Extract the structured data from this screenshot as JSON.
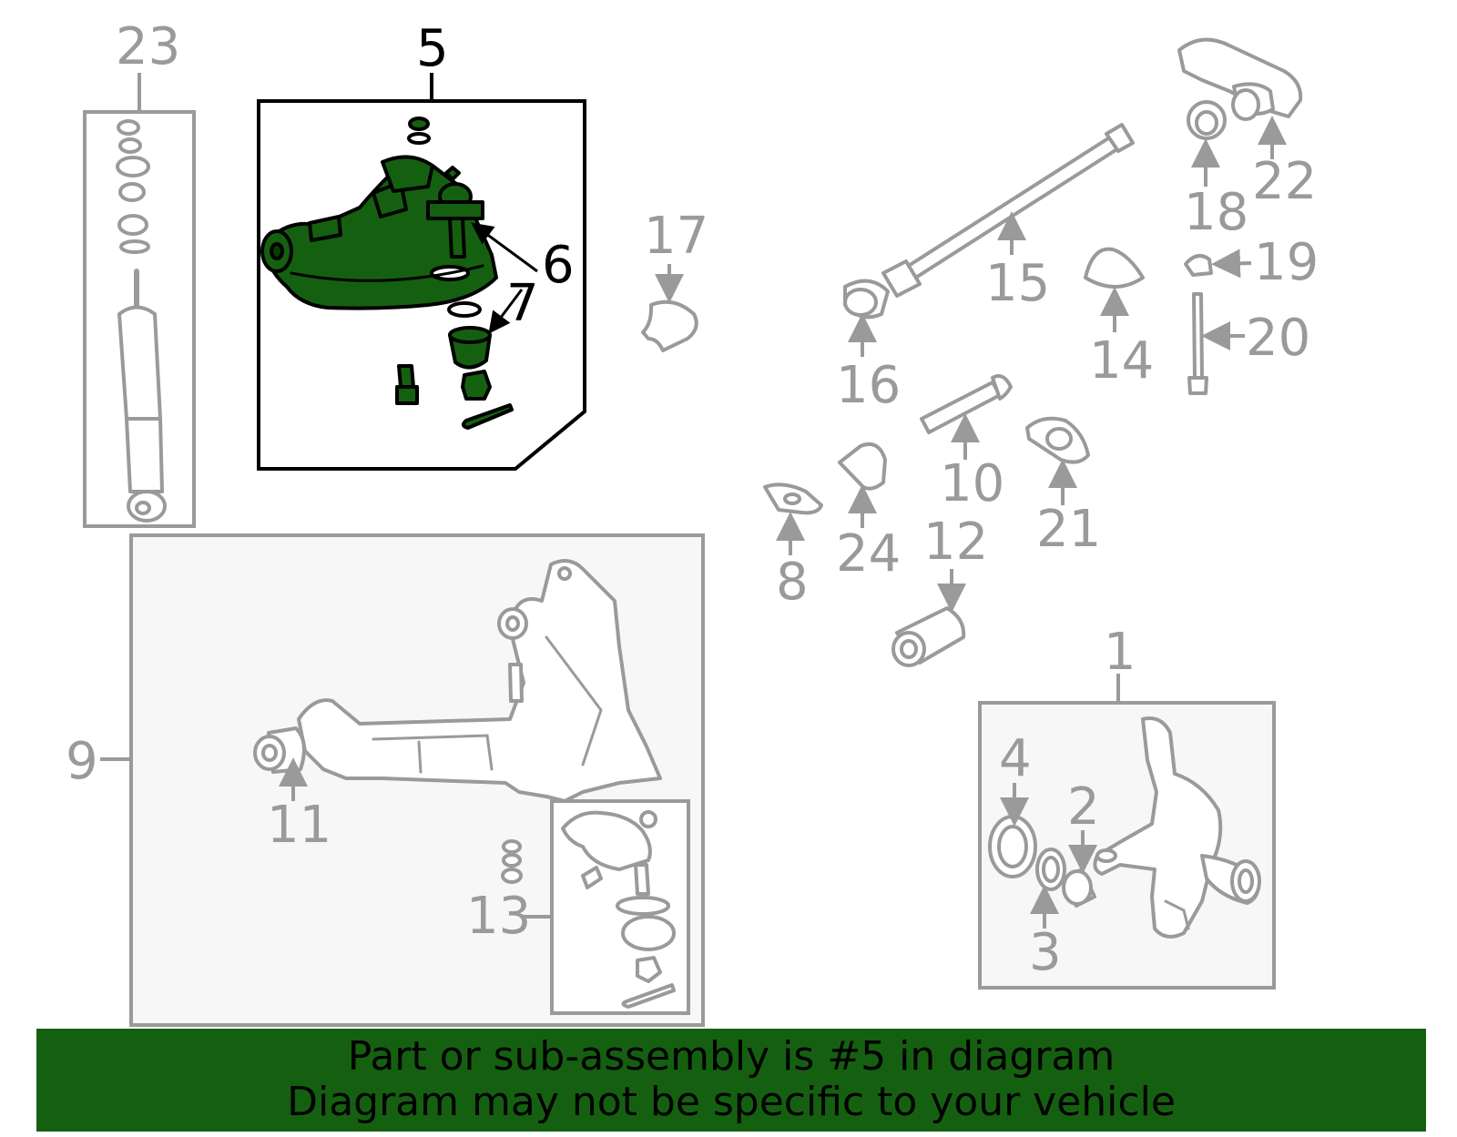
{
  "highlight": {
    "part_number": "5",
    "color": "#156010"
  },
  "callouts": {
    "c1": "1",
    "c2": "2",
    "c3": "3",
    "c4": "4",
    "c5": "5",
    "c6": "6",
    "c7": "7",
    "c8": "8",
    "c9": "9",
    "c10": "10",
    "c11": "11",
    "c12": "12",
    "c13": "13",
    "c14": "14",
    "c15": "15",
    "c16": "16",
    "c17": "17",
    "c18": "18",
    "c19": "19",
    "c20": "20",
    "c21": "21",
    "c22": "22",
    "c23": "23",
    "c24": "24"
  },
  "banner": {
    "line1": "Part or sub-assembly is #5 in diagram",
    "line2": "Diagram may not be specific to your vehicle"
  }
}
